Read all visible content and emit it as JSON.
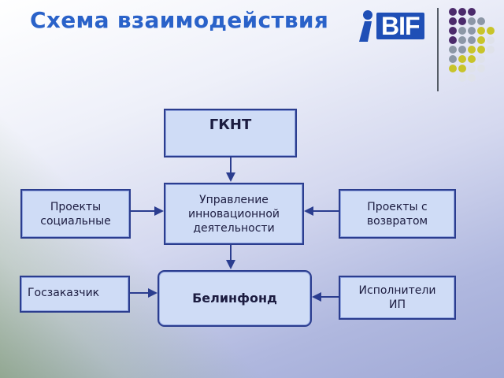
{
  "title": "Схема взаимодействия",
  "logo": {
    "text": "BIF",
    "icon": "person-i-icon",
    "color": "#1f4fb6"
  },
  "colors": {
    "title": "#2a62c9",
    "box_fill": "#cfdcf6",
    "box_border": "#2b3d8f",
    "dot_purple": "#4b2a6b",
    "dot_gray": "#8c97a6",
    "dot_yellow": "#c8c42a",
    "dot_white": "#dfe2ea"
  },
  "diagram": {
    "nodes": {
      "gknt": "ГКНТ",
      "upravlenie_lines": [
        "Управление",
        "инновационной",
        "деятельности"
      ],
      "proekty_soc_lines": [
        "Проекты",
        "социальные"
      ],
      "proekty_voz_lines": [
        "Проекты с",
        "возвратом"
      ],
      "goszakazchik": "Госзаказчик",
      "belinfond": "Белинфонд",
      "ispolniteli_lines": [
        "Исполнители",
        "ИП"
      ]
    },
    "edges": [
      {
        "from": "gknt",
        "to": "upravlenie"
      },
      {
        "from": "proekty_soc",
        "to": "upravlenie"
      },
      {
        "from": "proekty_voz",
        "to": "upravlenie"
      },
      {
        "from": "upravlenie",
        "to": "belinfond"
      },
      {
        "from": "goszakazchik",
        "to": "belinfond"
      },
      {
        "from": "ispolniteli",
        "to": "belinfond"
      }
    ]
  }
}
